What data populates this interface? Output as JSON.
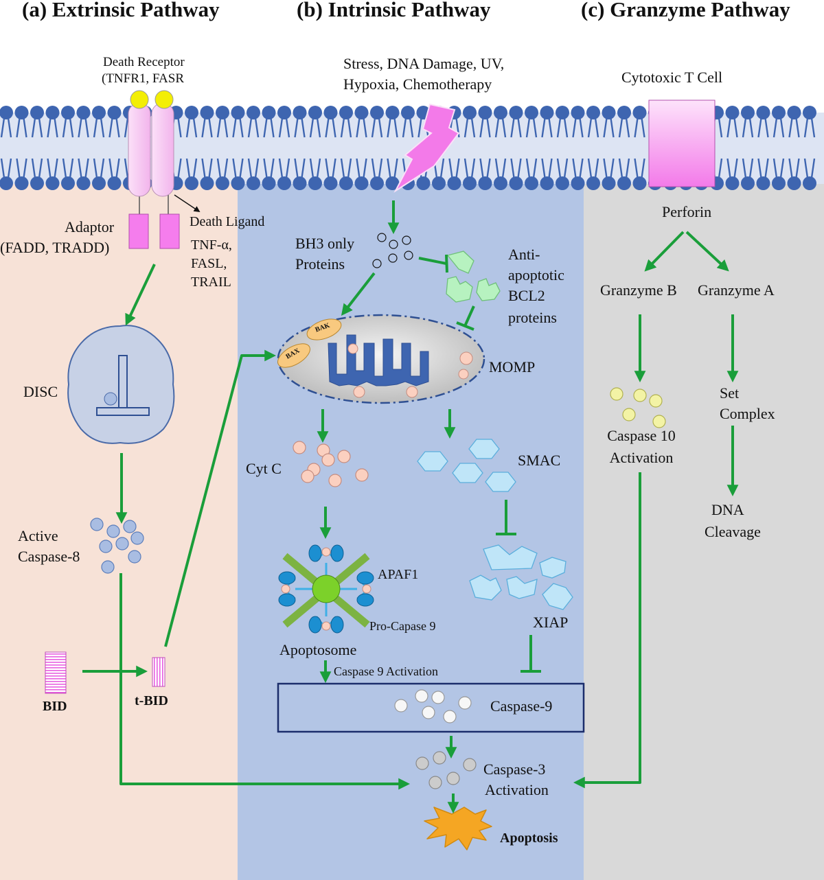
{
  "colors": {
    "extrinsic_bg": "#f7e2d7",
    "intrinsic_bg": "#b3c5e5",
    "granzyme_bg": "#d9d9d9",
    "membrane": "#3e65b0",
    "arrow": "#1a9e3a",
    "receptor": "#f7c8f2",
    "ligand_dot": "#f3ee05",
    "adaptor": "#f57ded",
    "perforin": "#f57ded",
    "apoptosis_cell": "#f5a623"
  },
  "titles": {
    "extrinsic": "(a) Extrinsic Pathway",
    "intrinsic": "(b) Intrinsic Pathway",
    "granzyme": "(c) Granzyme Pathway"
  },
  "extrinsic": {
    "death_receptor_line1": "Death Receptor",
    "death_receptor_line2": "(TNFR1, FASR",
    "adaptor_line1": "Adaptor",
    "adaptor_line2": "(FADD, TRADD)",
    "death_ligand": "Death Ligand",
    "ligand_1": "TNF-α,",
    "ligand_2": "FASL,",
    "ligand_3": "TRAIL",
    "disc": "DISC",
    "active_line1": "Active",
    "active_line2": "Caspase-8",
    "bid": "BID",
    "tbid": "t-BID"
  },
  "intrinsic": {
    "stress_line1": "Stress, DNA Damage, UV,",
    "stress_line2": "Hypoxia, Chemotherapy",
    "bh3_line1": "BH3 only",
    "bh3_line2": "Proteins",
    "anti_line1": "Anti-",
    "anti_line2": "apoptotic",
    "anti_line3": "BCL2",
    "anti_line4": "proteins",
    "bax": "BAX",
    "bak": "BAK",
    "momp": "MOMP",
    "cytc": "Cyt C",
    "smac": "SMAC",
    "apaf1": "APAF1",
    "procaspase": "Pro-Capase 9",
    "apoptosome": "Apoptosome",
    "xiap": "XIAP",
    "casp9_activation": "Caspase 9 Activation",
    "casp9": "Caspase-9",
    "casp3_line1": "Caspase-3",
    "casp3_line2": "Activation",
    "apoptosis": "Apoptosis"
  },
  "granzyme": {
    "tcell": "Cytotoxic T Cell",
    "perforin": "Perforin",
    "granzyme_b": "Granzyme B",
    "granzyme_a": "Granzyme A",
    "casp10_line1": "Caspase 10",
    "casp10_line2": "Activation",
    "set_line1": "Set",
    "set_line2": "Complex",
    "dna_line1": "DNA",
    "dna_line2": "Cleavage"
  }
}
